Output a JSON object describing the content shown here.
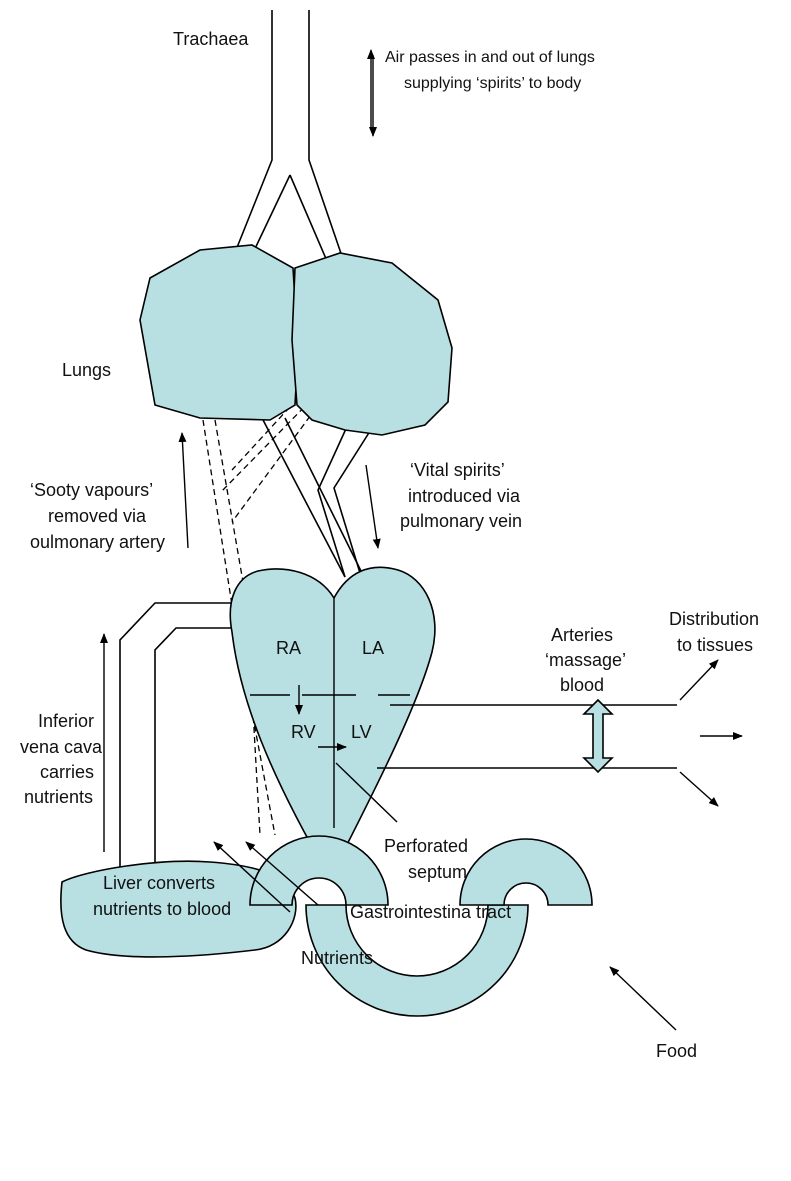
{
  "labels": {
    "trachaea": "Trachaea",
    "air_line1": "Air passes in and out of lungs",
    "air_line2": "supplying ‘spirits’ to body",
    "lungs": "Lungs",
    "sooty_line1": "‘Sooty vapours’",
    "sooty_line2": "removed via",
    "sooty_line3": "oulmonary artery",
    "vital_line1": "‘Vital spirits’",
    "vital_line2": "introduced via",
    "vital_line3": "pulmonary vein",
    "ra": "RA",
    "la": "LA",
    "rv": "RV",
    "lv": "LV",
    "arteries_line1": "Arteries",
    "arteries_line2": "‘massage’",
    "arteries_line3": "blood",
    "distribution_line1": "Distribution",
    "distribution_line2": "to tissues",
    "ivc_line1": "Inferior",
    "ivc_line2": "vena cava",
    "ivc_line3": "carries",
    "ivc_line4": "nutrients",
    "septum_line1": "Perforated",
    "septum_line2": "septum",
    "liver_line1": "Liver converts",
    "liver_line2": "nutrients to blood",
    "nutrients": "Nutrients",
    "gi_tract": "Gastrointestina tract",
    "food": "Food"
  },
  "colors": {
    "organ_fill": "#b8e0e2",
    "stroke": "#000000"
  }
}
